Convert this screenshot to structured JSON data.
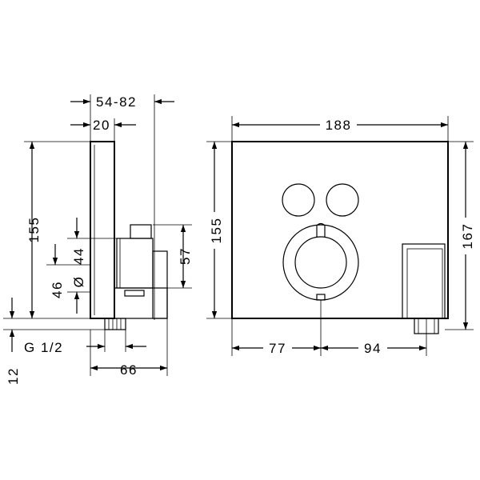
{
  "dimensions": {
    "side_depth_range": "54-82",
    "side_front_depth": "20",
    "side_height": "155",
    "side_centre_distance": "44",
    "side_diameter_symbol": "Ø",
    "side_lower_offset": "46",
    "side_bottom_offset": "12",
    "side_thread": "G 1/2",
    "side_total_depth": "66",
    "box_height": "57",
    "front_width": "188",
    "front_height": "155",
    "front_total_height": "167",
    "front_left_spacing": "77",
    "front_right_spacing": "94"
  }
}
